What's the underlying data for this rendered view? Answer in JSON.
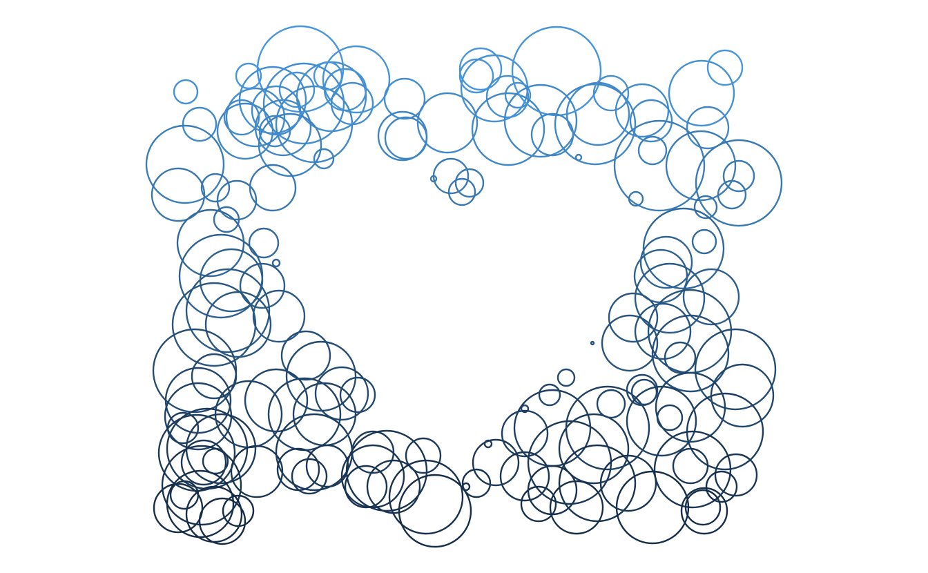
{
  "artwork": {
    "type": "generative circle-packing frame",
    "style": "outlined circles, no fill",
    "background_color": "#ffffff",
    "gradient": {
      "direction": "vertical",
      "top_color": "#4a9de6",
      "mid_color": "#2c5f8e",
      "bottom_color": "#152a45"
    },
    "shape": "ring of overlapping circles around an empty center"
  }
}
